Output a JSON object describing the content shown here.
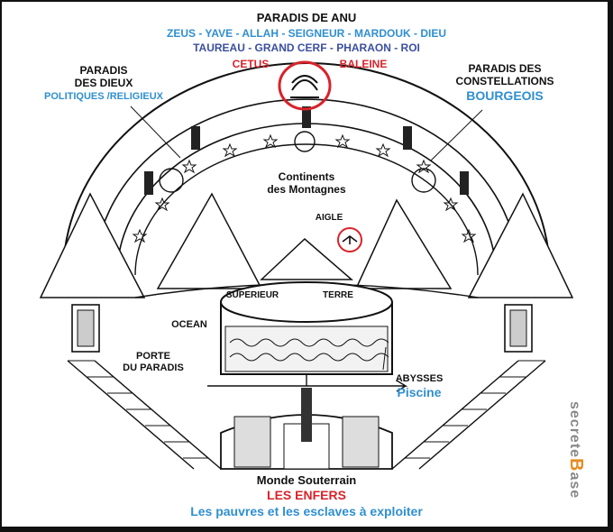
{
  "title": "PARADIS DE ANU",
  "gods_line": "ZEUS - YAVE - ALLAH - SEIGNEUR - MARDOUK - DIEU",
  "symbols_line": "TAUREAU - GRAND CERF - PHARAON - ROI",
  "cetus": "CETUS",
  "baleine": "BALEINE",
  "left_heaven": {
    "line1": "PARADIS",
    "line2": "DES DIEUX",
    "sub": "POLITIQUES /RELIGIEUX"
  },
  "right_heaven": {
    "line1": "PARADIS DES",
    "line2": "CONSTELLATIONS",
    "sub": "BOURGEOIS"
  },
  "continents": {
    "line1": "Continents",
    "line2": "des Montagnes"
  },
  "aigle": "AIGLE",
  "superieur": "SUPERIEUR",
  "terre": "TERRE",
  "ocean": "OCEAN",
  "porte": {
    "line1": "PORTE",
    "line2": "DU PARADIS"
  },
  "abysses": "ABYSSES",
  "piscine": "Piscine",
  "underworld": {
    "line1": "Monde Souterrain",
    "line2": "LES ENFERS",
    "line3": "Les pauvres et les esclaves à exploiter"
  },
  "watermark": {
    "part1": "secrete",
    "accent": "B",
    "part2": "ase"
  },
  "colors": {
    "blue": "#2f8fd0",
    "navy": "#3b4fa0",
    "red": "#d8232a",
    "ink": "#111111",
    "watermark": "#888888",
    "watermark_accent": "#e98a1e"
  }
}
